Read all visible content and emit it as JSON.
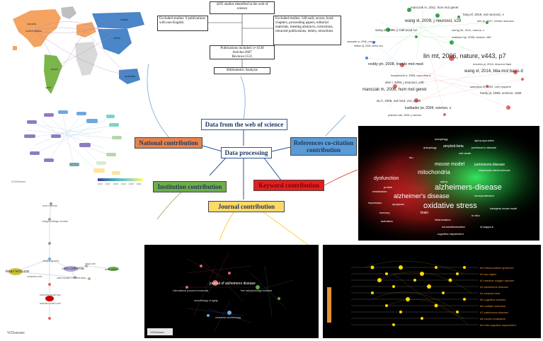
{
  "flow": {
    "identified": "4295 studies identified in the web of science",
    "excluded_left": "Excluded studies: 9 publications with non-English",
    "excluded_right": "Excluded studies: 148 early access, book chapters, proceeding papers, editorial materials, meeting abstracts, corrections, retracted publications, letters, retractions",
    "included_line1": "Publications included: n=4138",
    "included_line2": "Articles:2607",
    "included_line3": "Reviews:1531",
    "analysis": "Bibliometric Analysis"
  },
  "center": {
    "data_source": "Data from the web of science",
    "processing": "Data processing",
    "national": "National contribution",
    "references": "References co-citation contribution",
    "institution": "Institution contribution",
    "keyword": "Keyword contribution",
    "journal": "Journal contribution"
  },
  "colors": {
    "national": "#e8824a",
    "references": "#5b9bd5",
    "institution": "#70ad47",
    "keyword": "#e02020",
    "journal": "#ffd966",
    "center_fill": "#ffffff"
  },
  "map": {
    "countries": [
      "canada",
      "united states",
      "brazil",
      "chile",
      "russia",
      "china",
      "australia"
    ]
  },
  "vosviewer": "VOSviewer",
  "legend_ticks": [
    "2016",
    "2017",
    "2018",
    "2019",
    "2020",
    "2021"
  ],
  "references_net": {
    "labels": [
      "manczak m, 2011, hum mol genet",
      "fang ef, 2019, nat neurosci, v",
      "wang xl, 2009, j neurosci, v29",
      "kerr js, 2017, trends neurosci",
      "wang xl, 2008, p natl acad sci",
      "cheng 3e, 2011, neuron, v",
      "mattson mp, 2008, neuron, v60",
      "manczak m, 2006, j neuro",
      "selkoe dj, 2016, embo mol",
      "lin mt, 2006, nature, v443, p7",
      "reddy ph, 2008, trends mol med",
      "moreira pi, 2010, bba-mol basi",
      "wang xl, 2014, bba-mol basis d",
      "hauptmann s, 2009, neurobiol a",
      "devi l, 2006, j neurosci, v26",
      "swerdlow rh, 2004, med hypothe",
      "manczak m, 2006, hum mol genet",
      "hardy ja, 1992, science, v256",
      "du h, 2008, nat med, v14, p109",
      "lustbader jw, 2004, science, v",
      "petersen cah, 2008, p natl aca"
    ]
  },
  "keyword_map": {
    "labels": [
      "autophagy",
      "alpha-synuclein",
      "autophagy",
      "parkinson's disease",
      "amyloid-beta",
      "cell-death",
      "tau",
      "mouse model",
      "parkinsons-disease",
      "mitochondria",
      "dysfunction",
      "amyotrophic-lateral-sclerosis",
      "aging",
      "alzheimers-disease",
      "alzheimer's disease",
      "metabolism",
      "oxidative stress",
      "transgenic mouse model",
      "apoptosis",
      "brain",
      "inflammation",
      "neuroinflammation",
      "cognitive impairment",
      "memory",
      "activation",
      "expression",
      "in vitro",
      "nf-kappa-b",
      "neuroprotection",
      "protein"
    ]
  },
  "journal_net": {
    "labels": [
      "journal of alzheimers disease",
      "international journal of molecular",
      "neurobiology of aging",
      "free radical biology medicine",
      "molecular neurobiology"
    ]
  },
  "institution_net": {
    "labels": [
      "texas tech univ",
      "univ california",
      "case western reserve univ",
      "kings college london",
      "columbia univ",
      "harvard med sch",
      "chinese acad sci",
      "zhejiang univ",
      "univ toronto",
      "mayo clin",
      "univ penn"
    ]
  },
  "cluster_timeline": {
    "clusters": [
      "#0 mitochondrial dynamics",
      "#1 tau region",
      "#2 reactive oxygen species",
      "#3 alzheimers disease",
      "#4 amyloid beta",
      "#5 cognitive function",
      "#6 multiple sclerosis",
      "#7 parkinsons disease",
      "#8 insulin resistance",
      "#9 mild cognitive impairment"
    ]
  }
}
